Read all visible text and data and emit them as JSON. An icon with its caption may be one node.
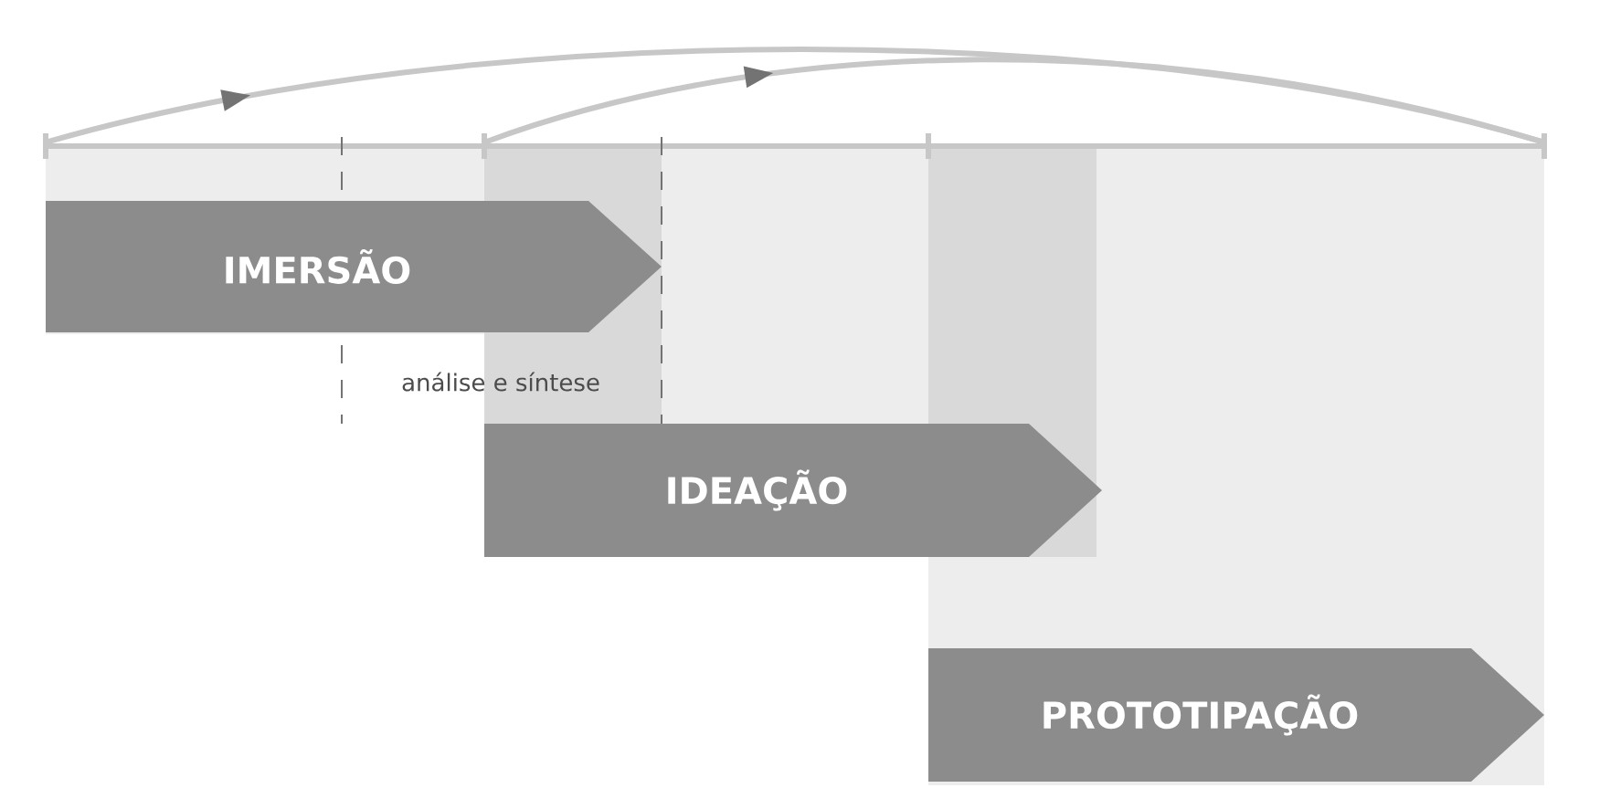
{
  "diagram": {
    "nodes": [
      {
        "text": [
          "IMERSÃO"
        ]
      },
      {
        "text": [
          "IDEAÇÃO"
        ]
      },
      {
        "text": [
          "PROTOTIPAÇÃO"
        ]
      }
    ],
    "labels": [
      "análise e síntese"
    ]
  }
}
